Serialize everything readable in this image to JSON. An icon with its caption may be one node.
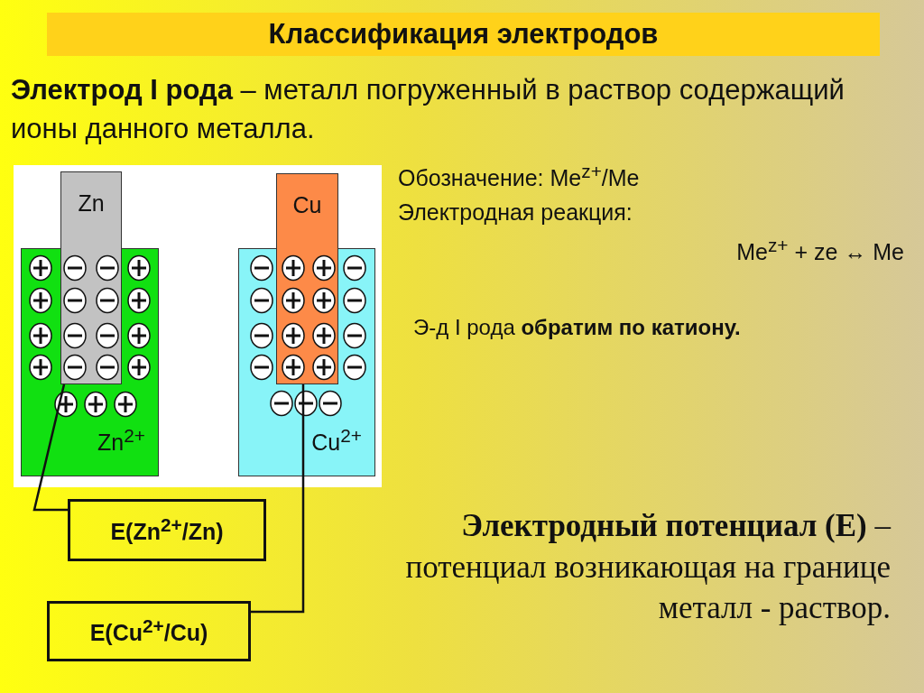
{
  "diagram": {
    "title": "Классификация электродов",
    "nodes": [
      {
        "text": [
          "Zn$^{2+}$"
        ]
      },
      {
        "text": [
          "Zn"
        ]
      },
      {
        "text": [
          "Cu$^{2+}$"
        ]
      },
      {
        "text": [
          "Cu"
        ]
      },
      {
        "text": [
          "E(Zn$^{2+}$/Zn)"
        ]
      },
      {
        "text": [
          "E(Cu$^{2+}$/Cu)"
        ]
      }
    ],
    "edges": [
      {
        "from": 4,
        "to": 1,
        "arrow": "none"
      },
      {
        "from": 5,
        "to": 3,
        "arrow": "none"
      }
    ],
    "labels": [
      "**Электрод I рода** – металл погруженный в раствор содержащий ионы данного металла.",
      "Обозначение: Me$^{z+}$/Me",
      "Электродная реакция:",
      "Me$^{z+}$ + ze ↔ Me",
      "Э-д I рода **обратим по катиону.**",
      "**Электродный потенциал (Е)** – потенциал возникающая на границе металл - раствор."
    ]
  }
}
